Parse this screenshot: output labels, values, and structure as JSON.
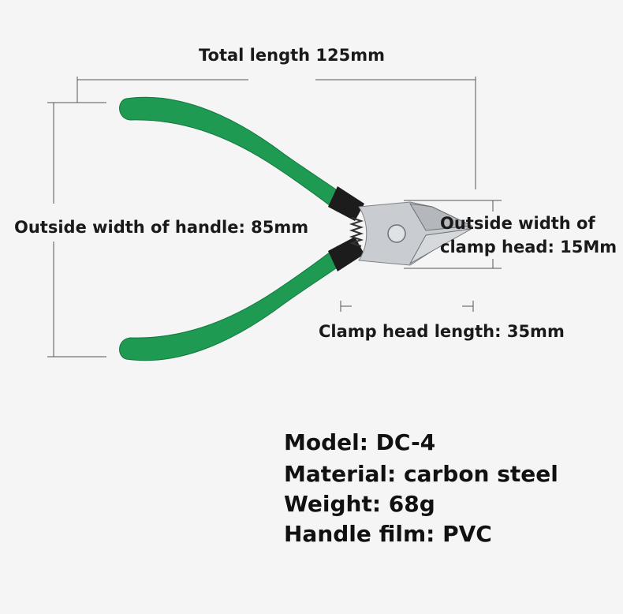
{
  "dimensions": {
    "total_length": "Total length 125mm",
    "handle_width": "Outside width of handle: 85mm",
    "clamp_width_line1": "Outside width of",
    "clamp_width_line2": "clamp head: 15Mm",
    "clamp_length": "Clamp head length: 35mm"
  },
  "specs": {
    "model": "Model: DC-4",
    "material": "Material: carbon steel",
    "weight": "Weight: 68g",
    "handle_film": "Handle film: PVC"
  },
  "colors": {
    "background": "#f5f5f5",
    "handle_green": "#1e9a52",
    "steel": "#c9ccd0",
    "dimension_line": "#444444"
  }
}
